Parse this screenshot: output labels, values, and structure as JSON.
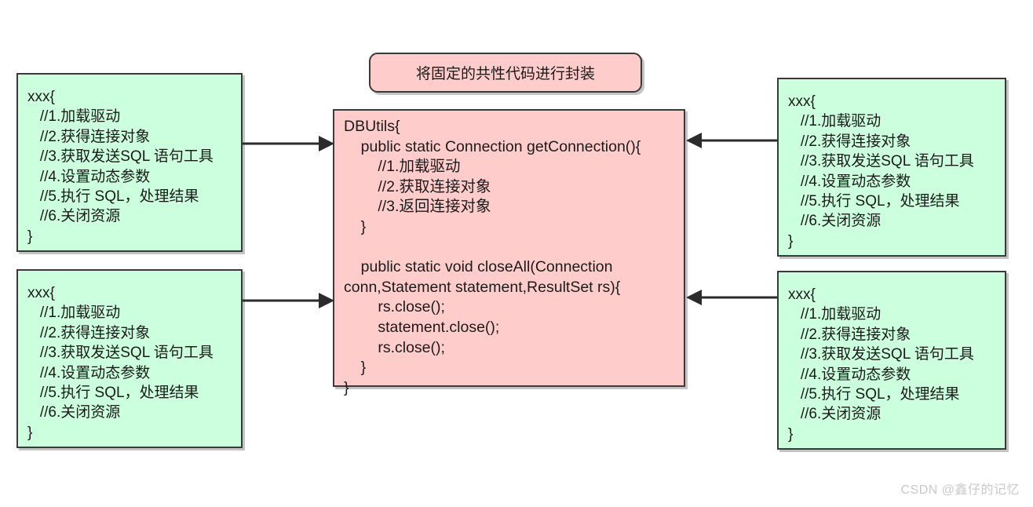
{
  "diagram": {
    "title_box": {
      "text": "将固定的共性代码进行封装",
      "fill": "#ffcccc",
      "border": "#3a3a3a"
    },
    "center_box": {
      "name": "DBUtils",
      "fill": "#ffcccc",
      "border": "#3a3a3a",
      "code": "DBUtils{\n    public static Connection getConnection(){\n        //1.加载驱动\n        //2.获取连接对象\n        //3.返回连接对象\n    }\n\n    public static void closeAll(Connection\nconn,Statement statement,ResultSet rs){\n        rs.close();\n        statement.close();\n        rs.close();\n    }\n}"
    },
    "client_boxes": [
      {
        "id": "top-left",
        "fill": "#ccffdd",
        "border": "#3a3a3a",
        "code": "xxx{\n   //1.加载驱动\n   //2.获得连接对象\n   //3.获取发送SQL 语句工具\n   //4.设置动态参数\n   //5.执行 SQL，处理结果\n   //6.关闭资源\n}"
      },
      {
        "id": "bottom-left",
        "fill": "#ccffdd",
        "border": "#3a3a3a",
        "code": "xxx{\n   //1.加载驱动\n   //2.获得连接对象\n   //3.获取发送SQL 语句工具\n   //4.设置动态参数\n   //5.执行 SQL，处理结果\n   //6.关闭资源\n}"
      },
      {
        "id": "top-right",
        "fill": "#ccffdd",
        "border": "#3a3a3a",
        "code": "xxx{\n   //1.加载驱动\n   //2.获得连接对象\n   //3.获取发送SQL 语句工具\n   //4.设置动态参数\n   //5.执行 SQL，处理结果\n   //6.关闭资源\n}"
      },
      {
        "id": "bottom-right",
        "fill": "#ccffdd",
        "border": "#3a3a3a",
        "code": "xxx{\n   //1.加载驱动\n   //2.获得连接对象\n   //3.获取发送SQL 语句工具\n   //4.设置动态参数\n   //5.执行 SQL，处理结果\n   //6.关闭资源\n}"
      }
    ],
    "connectors": [
      {
        "id": "top-left-to-center",
        "direction": "right",
        "color": "#2b2b2b"
      },
      {
        "id": "bottom-left-to-center",
        "direction": "right",
        "color": "#2b2b2b"
      },
      {
        "id": "top-right-to-center",
        "direction": "left",
        "color": "#2b2b2b"
      },
      {
        "id": "bottom-right-to-center",
        "direction": "left",
        "color": "#2b2b2b"
      }
    ],
    "watermark": {
      "text": "CSDN @鑫仔的记忆",
      "color": "#c9c9c9"
    }
  }
}
